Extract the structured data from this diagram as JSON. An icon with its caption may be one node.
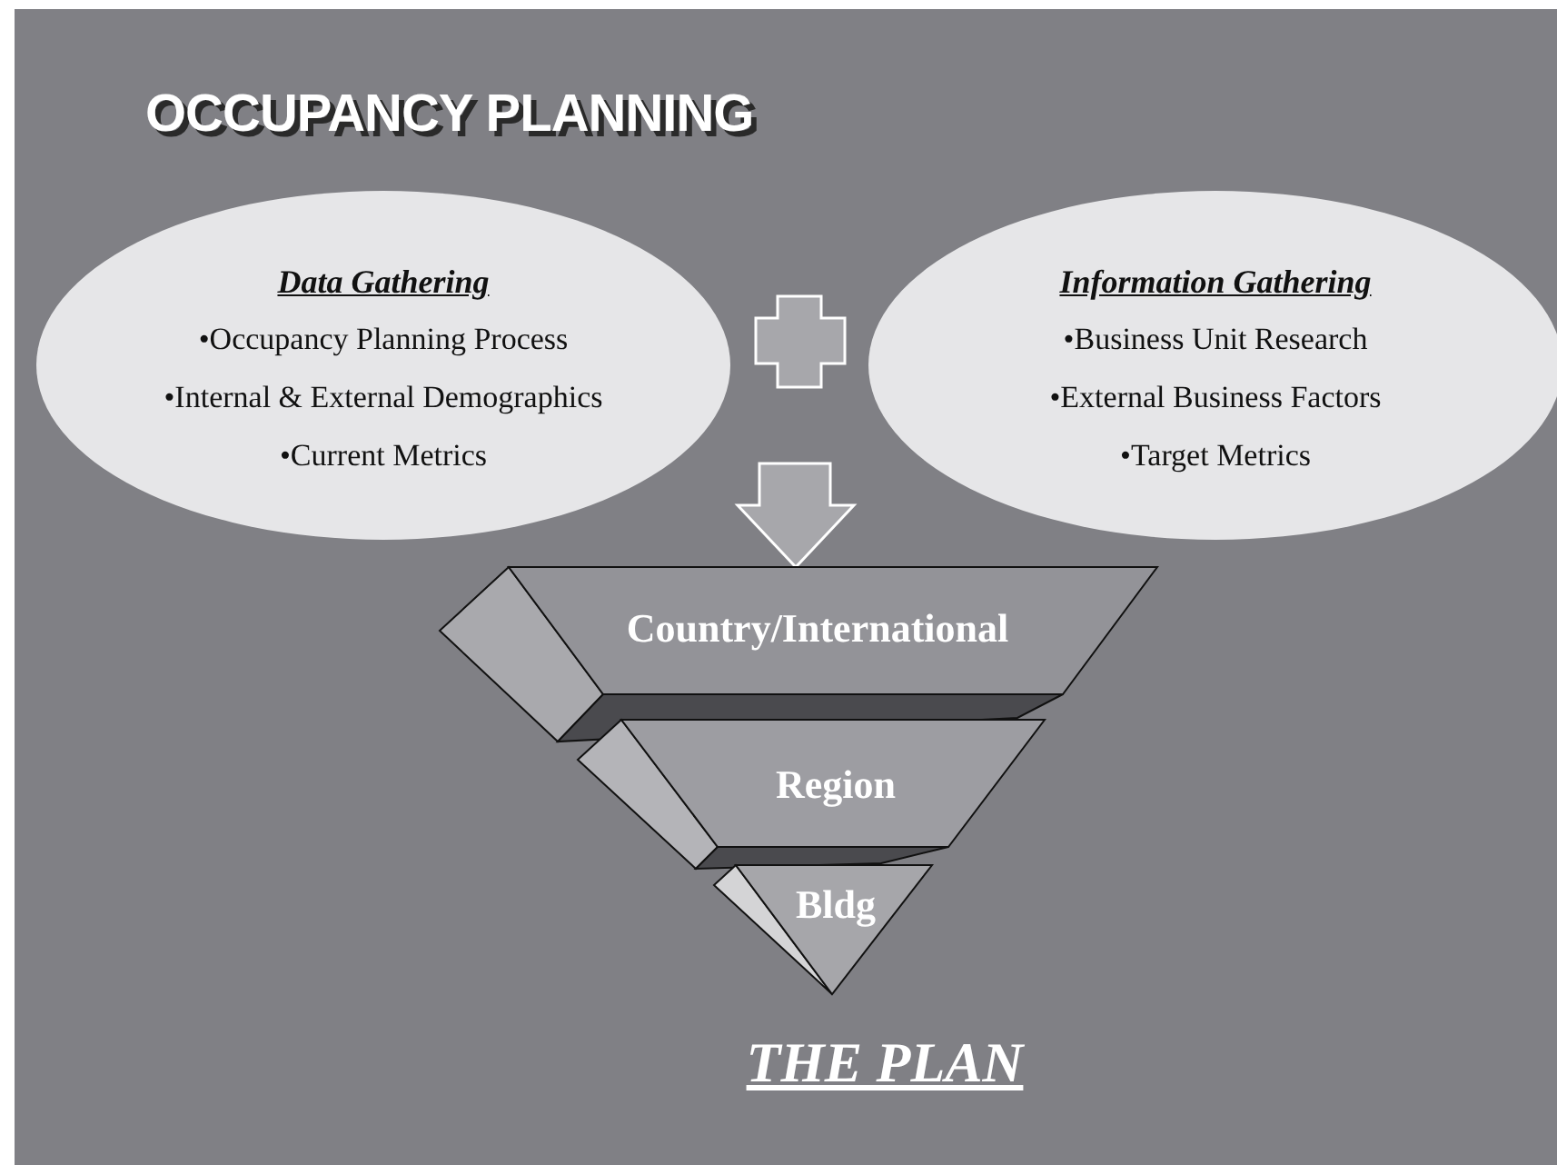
{
  "diagram": {
    "title": "OCCUPANCY PLANNING",
    "nodes": [
      {
        "text": [
          "Data Gathering",
          "•Occupancy Planning Process",
          "•Internal & External Demographics",
          "•Current Metrics"
        ]
      },
      {
        "text": [
          "Information Gathering",
          "•Business Unit Research",
          "•External Business Factors",
          "•Target Metrics"
        ]
      },
      {
        "text": [
          "Country/International"
        ]
      },
      {
        "text": [
          "Region"
        ]
      },
      {
        "text": [
          "Bldg"
        ]
      }
    ],
    "edges": [
      {
        "from": null,
        "to": 2,
        "arrow": "to"
      }
    ],
    "labels": [
      "THE PLAN"
    ]
  }
}
